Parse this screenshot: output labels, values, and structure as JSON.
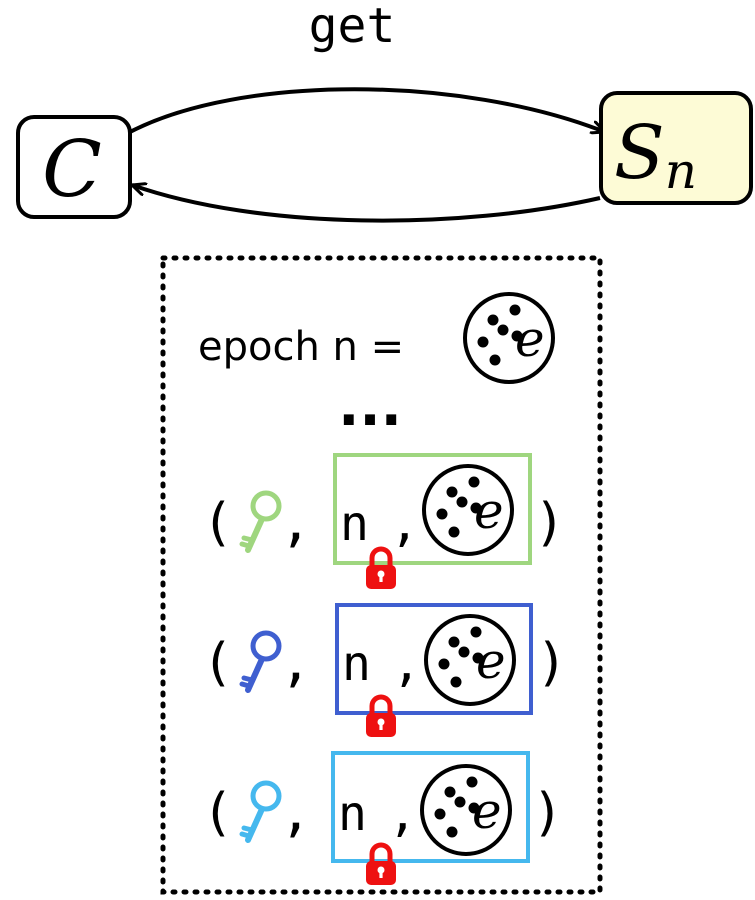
{
  "arrow_label": "get",
  "client_node": {
    "label": "C"
  },
  "server_node": {
    "label_main": "S",
    "label_sub": "n"
  },
  "state_box": {
    "epoch_text": "epoch n =",
    "epoch_set_symbol": "e",
    "ellipsis": "...",
    "entries": [
      {
        "open": "(",
        "comma": ",",
        "value": "n",
        "inner_comma": ",",
        "set_symbol": "e",
        "close": ")",
        "key_color": "#9fd67f",
        "box_color": "#9fd67f"
      },
      {
        "open": "(",
        "comma": ",",
        "value": "n",
        "inner_comma": ",",
        "set_symbol": "e",
        "close": ")",
        "key_color": "#3f5fd0",
        "box_color": "#3f5fd0"
      },
      {
        "open": "(",
        "comma": ",",
        "value": "n",
        "inner_comma": ",",
        "set_symbol": "e",
        "close": ")",
        "key_color": "#45b8ee",
        "box_color": "#45b8ee"
      }
    ]
  },
  "colors": {
    "server_fill": "#fdfbd6",
    "lock": "#ee1111",
    "stroke": "#000000"
  }
}
